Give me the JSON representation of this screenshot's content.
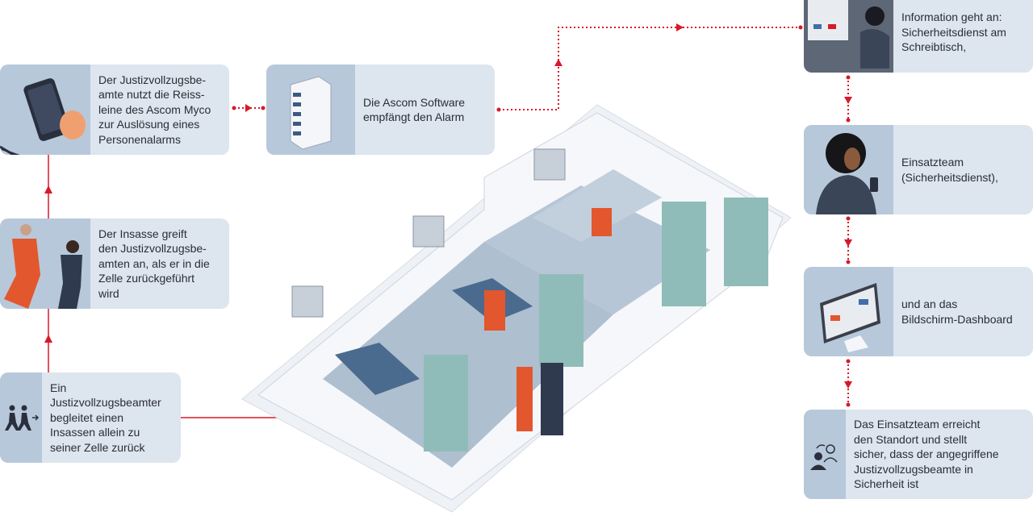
{
  "steps": {
    "officer_walk": "Ein\nJustizvollzugsbeamter\nbegleitet einen\nInsassen allein zu\nseiner Zelle zurück",
    "inmate_attack": "Der Insasse greift\nden Justizvollzugsbe-\namten an, als er in die\nZelle zurückgeführt\nwird",
    "pull_cord": "Der Justizvollzugsbe-\namte nutzt die Reiss-\nleine des Ascom Myco\nzur Auslösung eines\nPersonenalarms",
    "software": "Die Ascom Software\nempfängt den Alarm",
    "desk": "Information geht an:\nSicherheitsdienst am\nSchreibtisch,",
    "team": "Einsatzteam\n(Sicherheitsdienst),",
    "dashboard": "und an das\nBildschirm-Dashboard",
    "arrival": "Das Einsatzteam erreicht\nden Standort und stellt\nsicher, dass der angegriffene\nJustizvollzugsbeamte in\nSicherheit ist"
  },
  "colors": {
    "accent": "#d7192a",
    "box": "#dde5ee",
    "box_image": "#b7c8da"
  }
}
